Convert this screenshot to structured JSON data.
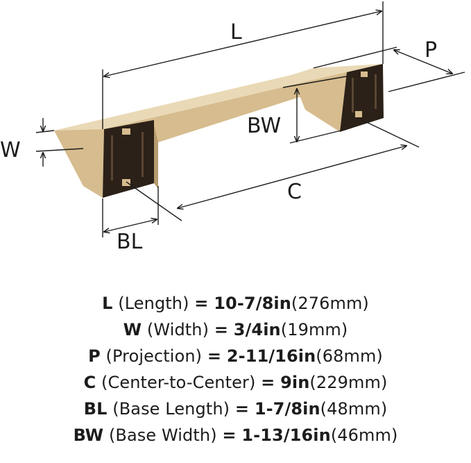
{
  "diagram": {
    "labels": {
      "length": "L",
      "width": "W",
      "projection": "P",
      "center_to_center": "C",
      "base_length": "BL",
      "base_width": "BW"
    },
    "colors": {
      "finish": "#D6BC8E",
      "finish_light": "#EAD9B6",
      "finish_shadow": "#B59B6C",
      "base_end": "#2B2118",
      "dimension_line": "#1C1C1C"
    }
  },
  "specs": [
    {
      "abbr": "L",
      "desc": "(Length)",
      "eq": "=",
      "imp": "10-7/8in",
      "met": "(276mm)"
    },
    {
      "abbr": "W",
      "desc": "(Width)",
      "eq": "=",
      "imp": "3/4in",
      "met": "(19mm)"
    },
    {
      "abbr": "P",
      "desc": "(Projection)",
      "eq": "=",
      "imp": "2-11/16in",
      "met": "(68mm)"
    },
    {
      "abbr": "C",
      "desc": "(Center-to-Center)",
      "eq": "=",
      "imp": "9in",
      "met": "(229mm)"
    },
    {
      "abbr": "BL",
      "desc": "(Base Length)",
      "eq": "=",
      "imp": "1-7/8in",
      "met": "(48mm)"
    },
    {
      "abbr": "BW",
      "desc": "(Base Width)",
      "eq": "=",
      "imp": "1-13/16in",
      "met": "(46mm)"
    }
  ]
}
